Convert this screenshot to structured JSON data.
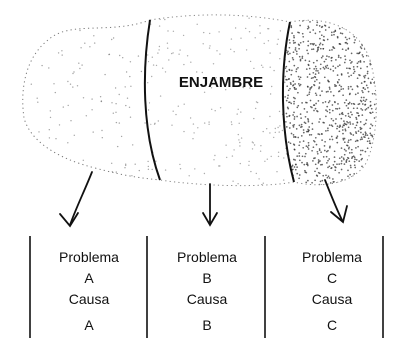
{
  "diagram": {
    "title": "ENJAMBRE",
    "columns": [
      {
        "problem_label": "Problema",
        "problem_code": "A",
        "cause_label": "Causa",
        "cause_code": "A"
      },
      {
        "problem_label": "Problema",
        "problem_code": "B",
        "cause_label": "Causa",
        "cause_code": "B"
      },
      {
        "problem_label": "Problema",
        "problem_code": "C",
        "cause_label": "Causa",
        "cause_code": "C"
      }
    ]
  }
}
